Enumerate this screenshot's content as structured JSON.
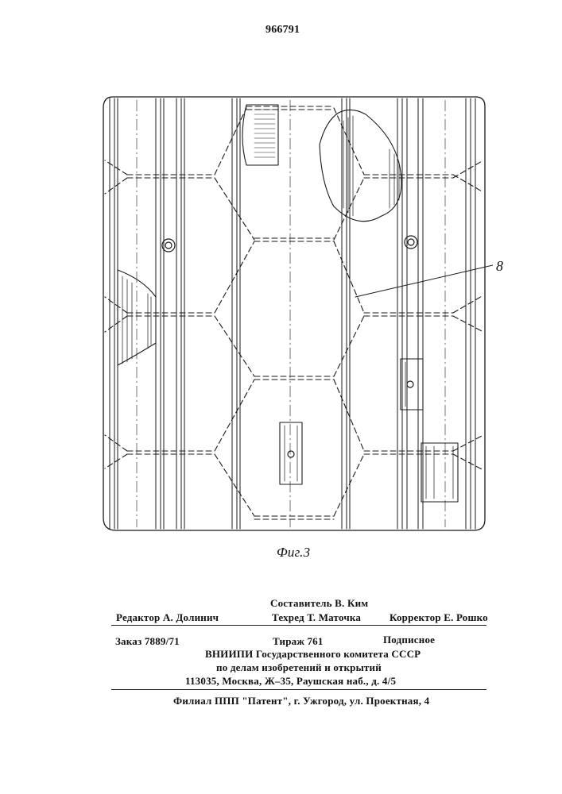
{
  "header": {
    "patent_number": "966791"
  },
  "figure": {
    "caption": "Фиг.3",
    "callout": "8"
  },
  "imprint": {
    "compiler": "Составитель В. Ким",
    "editor": "Редактор А. Долинич",
    "techred": "Техред Т. Маточка",
    "corrector": "Корректор Е. Рошко",
    "order": "Заказ 7889/71",
    "circulation": "Тираж 761",
    "subscription": "Подписное",
    "org_line1": "ВНИИПИ Государственного комитета СССР",
    "org_line2": "по делам изобретений и открытий",
    "org_line3": "113035, Москва, Ж–35, Раушская наб., д. 4/5",
    "branch": "Филиал ППП \"Патент\", г. Ужгород, ул. Проектная, 4"
  },
  "colors": {
    "ink": "#111111",
    "paper": "#ffffff"
  }
}
